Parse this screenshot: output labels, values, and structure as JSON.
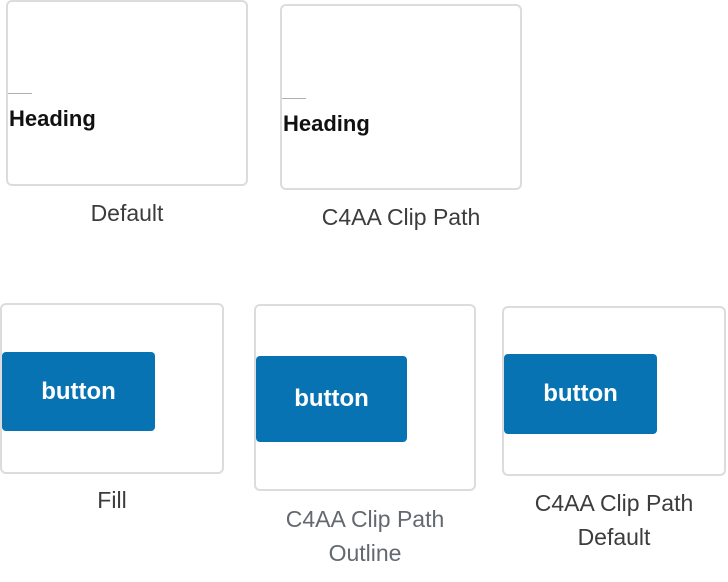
{
  "heading_styles": [
    {
      "label": "Default",
      "heading_text": "Heading"
    },
    {
      "label": "C4AA Clip Path",
      "heading_text": "Heading"
    }
  ],
  "button_styles": [
    {
      "label": "Fill",
      "button_text": "button"
    },
    {
      "label": "C4AA Clip Path Outline",
      "button_text": "button"
    },
    {
      "label": "C4AA Clip Path Default",
      "button_text": "button"
    }
  ],
  "colors": {
    "button_fill": "#0873b3",
    "card_border": "#dcdcde",
    "label_text": "#3c3c3c"
  }
}
